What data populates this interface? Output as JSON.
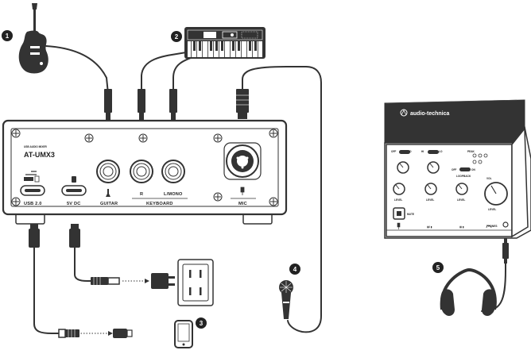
{
  "device_left": {
    "subtitle": "USB AUDIO MIXER",
    "model": "AT-UMX3",
    "ports": {
      "usb": "USB 2.0",
      "dc": "5V DC",
      "guitar": "GUITAR",
      "r": "R",
      "lmono": "L/MONO",
      "keyboard": "KEYBOARD",
      "mic": "MIC"
    }
  },
  "device_right": {
    "brand": "audio-technica",
    "labels": {
      "mute": "MUTE",
      "loopback": "LOOPBACK",
      "level_1": "LEVEL",
      "level_2": "LEVEL",
      "level_3": "LEVEL",
      "level_4": "LEVEL",
      "phones": "PHONES",
      "vol": "VOL",
      "mic": "MIC",
      "off": "OFF",
      "on": "ON",
      "pad": "PAD",
      "hi": "HI",
      "lo": "LO",
      "peak": "PEAK"
    }
  },
  "callouts": [
    "1",
    "2",
    "3",
    "4",
    "5"
  ]
}
